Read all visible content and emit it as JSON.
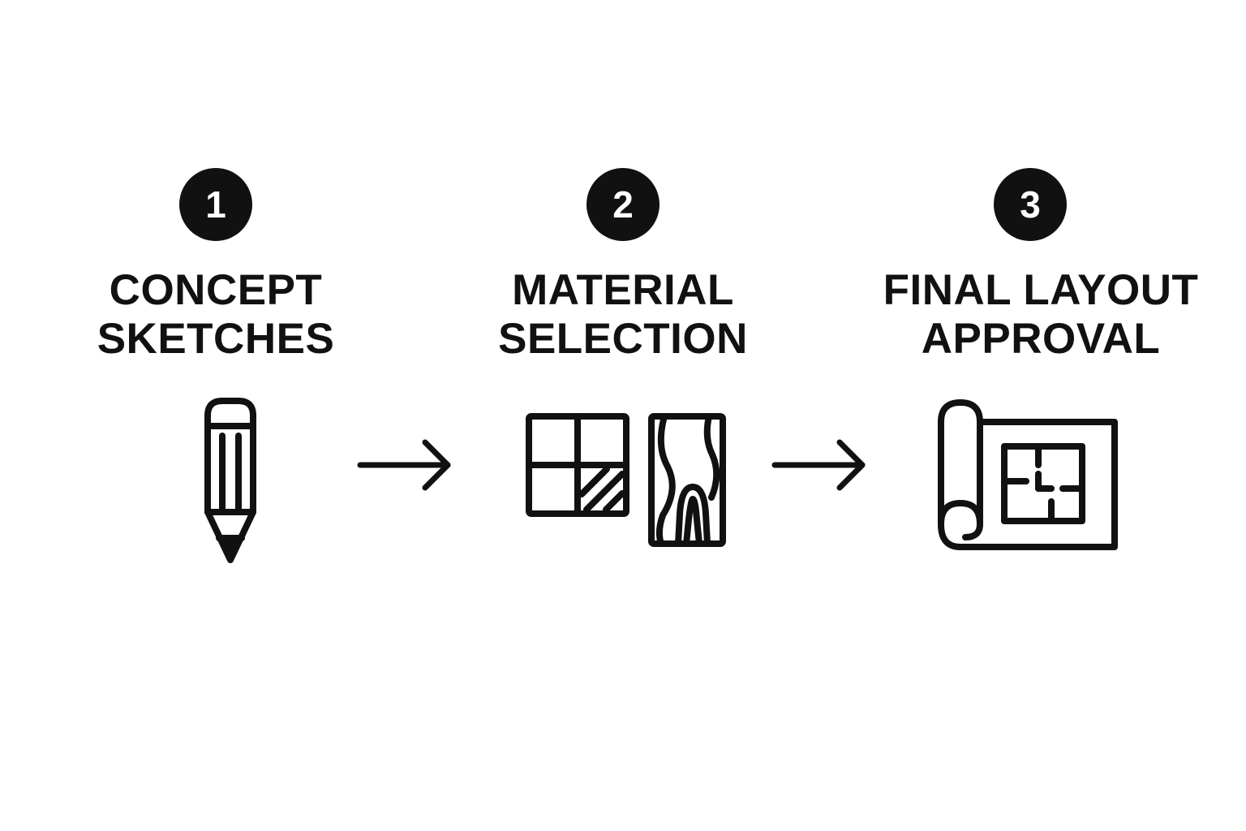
{
  "steps": [
    {
      "number": "1",
      "title_line1": "CONCEPT",
      "title_line2": "SKETCHES",
      "icon": "pencil-icon"
    },
    {
      "number": "2",
      "title_line1": "MATERIAL",
      "title_line2": "SELECTION",
      "icon": "tile-and-wood-sample-icon"
    },
    {
      "number": "3",
      "title_line1": "FINAL LAYOUT",
      "title_line2": "APPROVAL",
      "icon": "blueprint-icon"
    }
  ],
  "connectors": [
    "arrow-right-icon",
    "arrow-right-icon"
  ],
  "colors": {
    "ink": "#111111",
    "background": "#ffffff",
    "badge_text": "#ffffff"
  }
}
